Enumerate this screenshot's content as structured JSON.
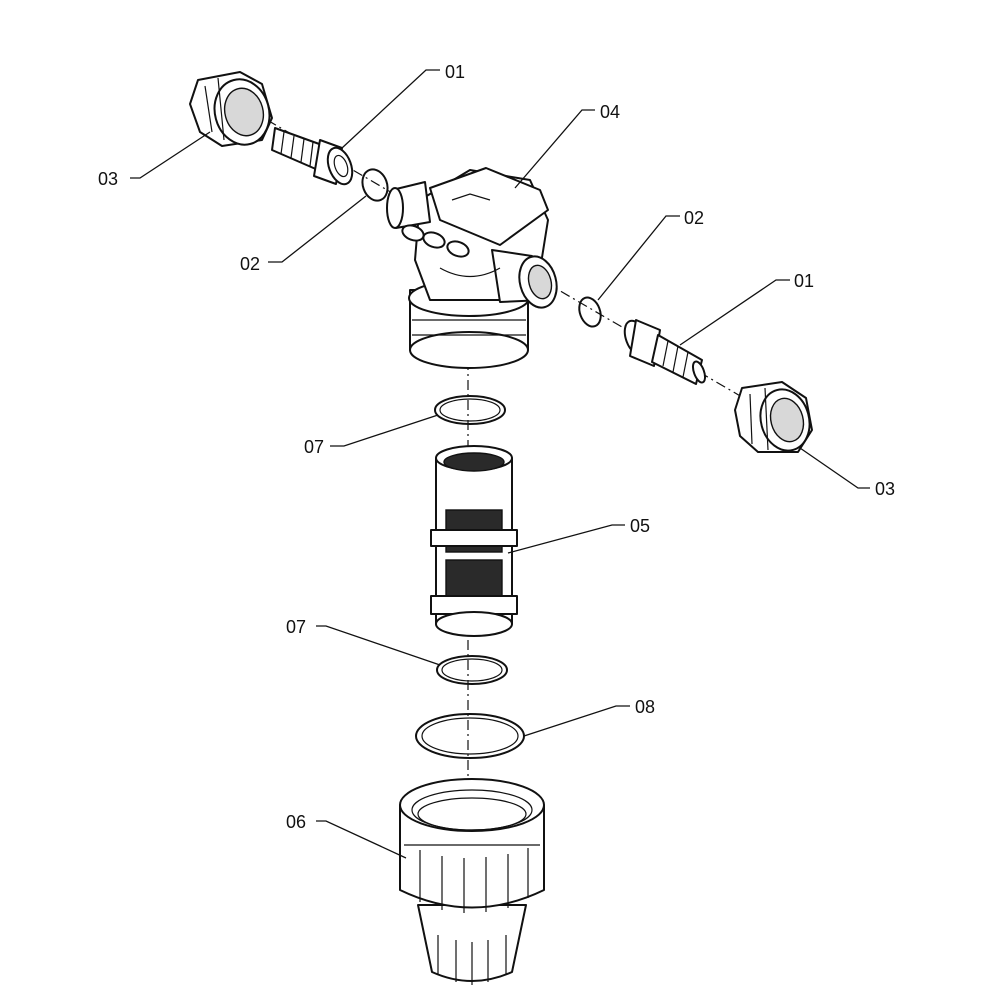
{
  "callouts": {
    "c01_top": "01",
    "c01_right": "01",
    "c02_left": "02",
    "c02_right": "02",
    "c03_left": "03",
    "c03_right": "03",
    "c04": "04",
    "c05": "05",
    "c06": "06",
    "c07_top": "07",
    "c07_bottom": "07",
    "c08": "08"
  }
}
